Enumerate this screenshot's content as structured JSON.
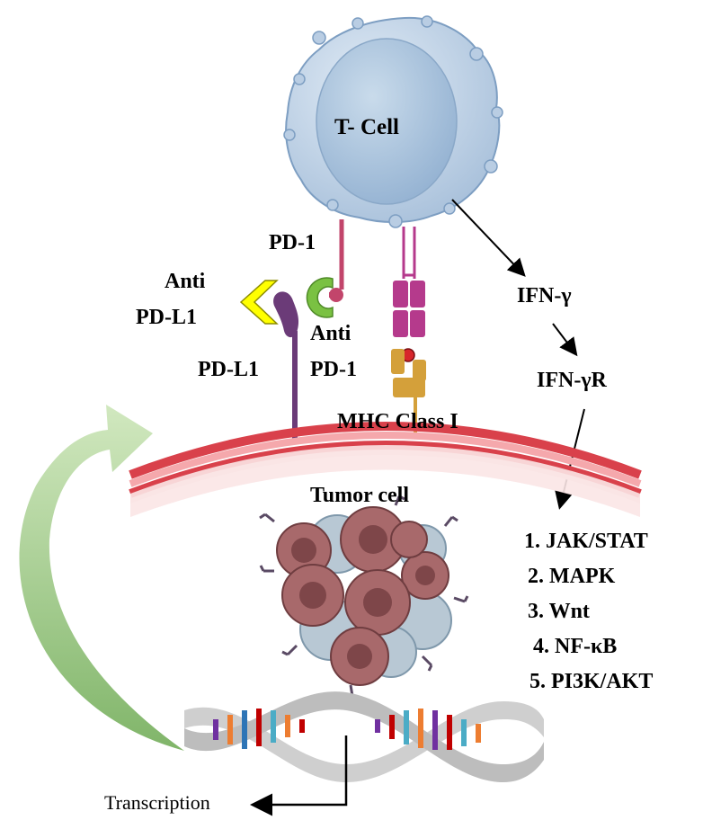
{
  "labels": {
    "t_cell": "T- Cell",
    "pd1": "PD-1",
    "anti_pdl1_line1": "Anti",
    "anti_pdl1_line2": "PD-L1",
    "anti_pd1_line1": "Anti",
    "anti_pd1_line2": "PD-1",
    "pdl1": "PD-L1",
    "mhc": "MHC Class I",
    "ifn_gamma": "IFN-γ",
    "ifn_gamma_r": "IFN-γR",
    "tumor_cell": "Tumor cell",
    "transcription": "Transcription"
  },
  "pathways": [
    "1. JAK/STAT",
    "2. MAPK",
    "3. Wnt",
    "4. NF-κB",
    "5. PI3K/AKT"
  ],
  "colors": {
    "t_cell_fill": "#c6d7e8",
    "t_cell_nucleus": "#a8c2dc",
    "membrane_red": "#d9414b",
    "membrane_fill": "#f6dcdc",
    "pd1": "#c2456b",
    "anti_pd1": "#7ac142",
    "anti_pdl1": "#ffff00",
    "pdl1": "#6b3b78",
    "mhc_magenta": "#b53a8c",
    "mhc_gold": "#d4a03a",
    "peptide": "#d7262b",
    "feedback_arrow": "#a9d18e",
    "tumor_red": "#a8696b",
    "tumor_blue": "#b8c8d4",
    "dna_gray": "#c8c8c8"
  }
}
